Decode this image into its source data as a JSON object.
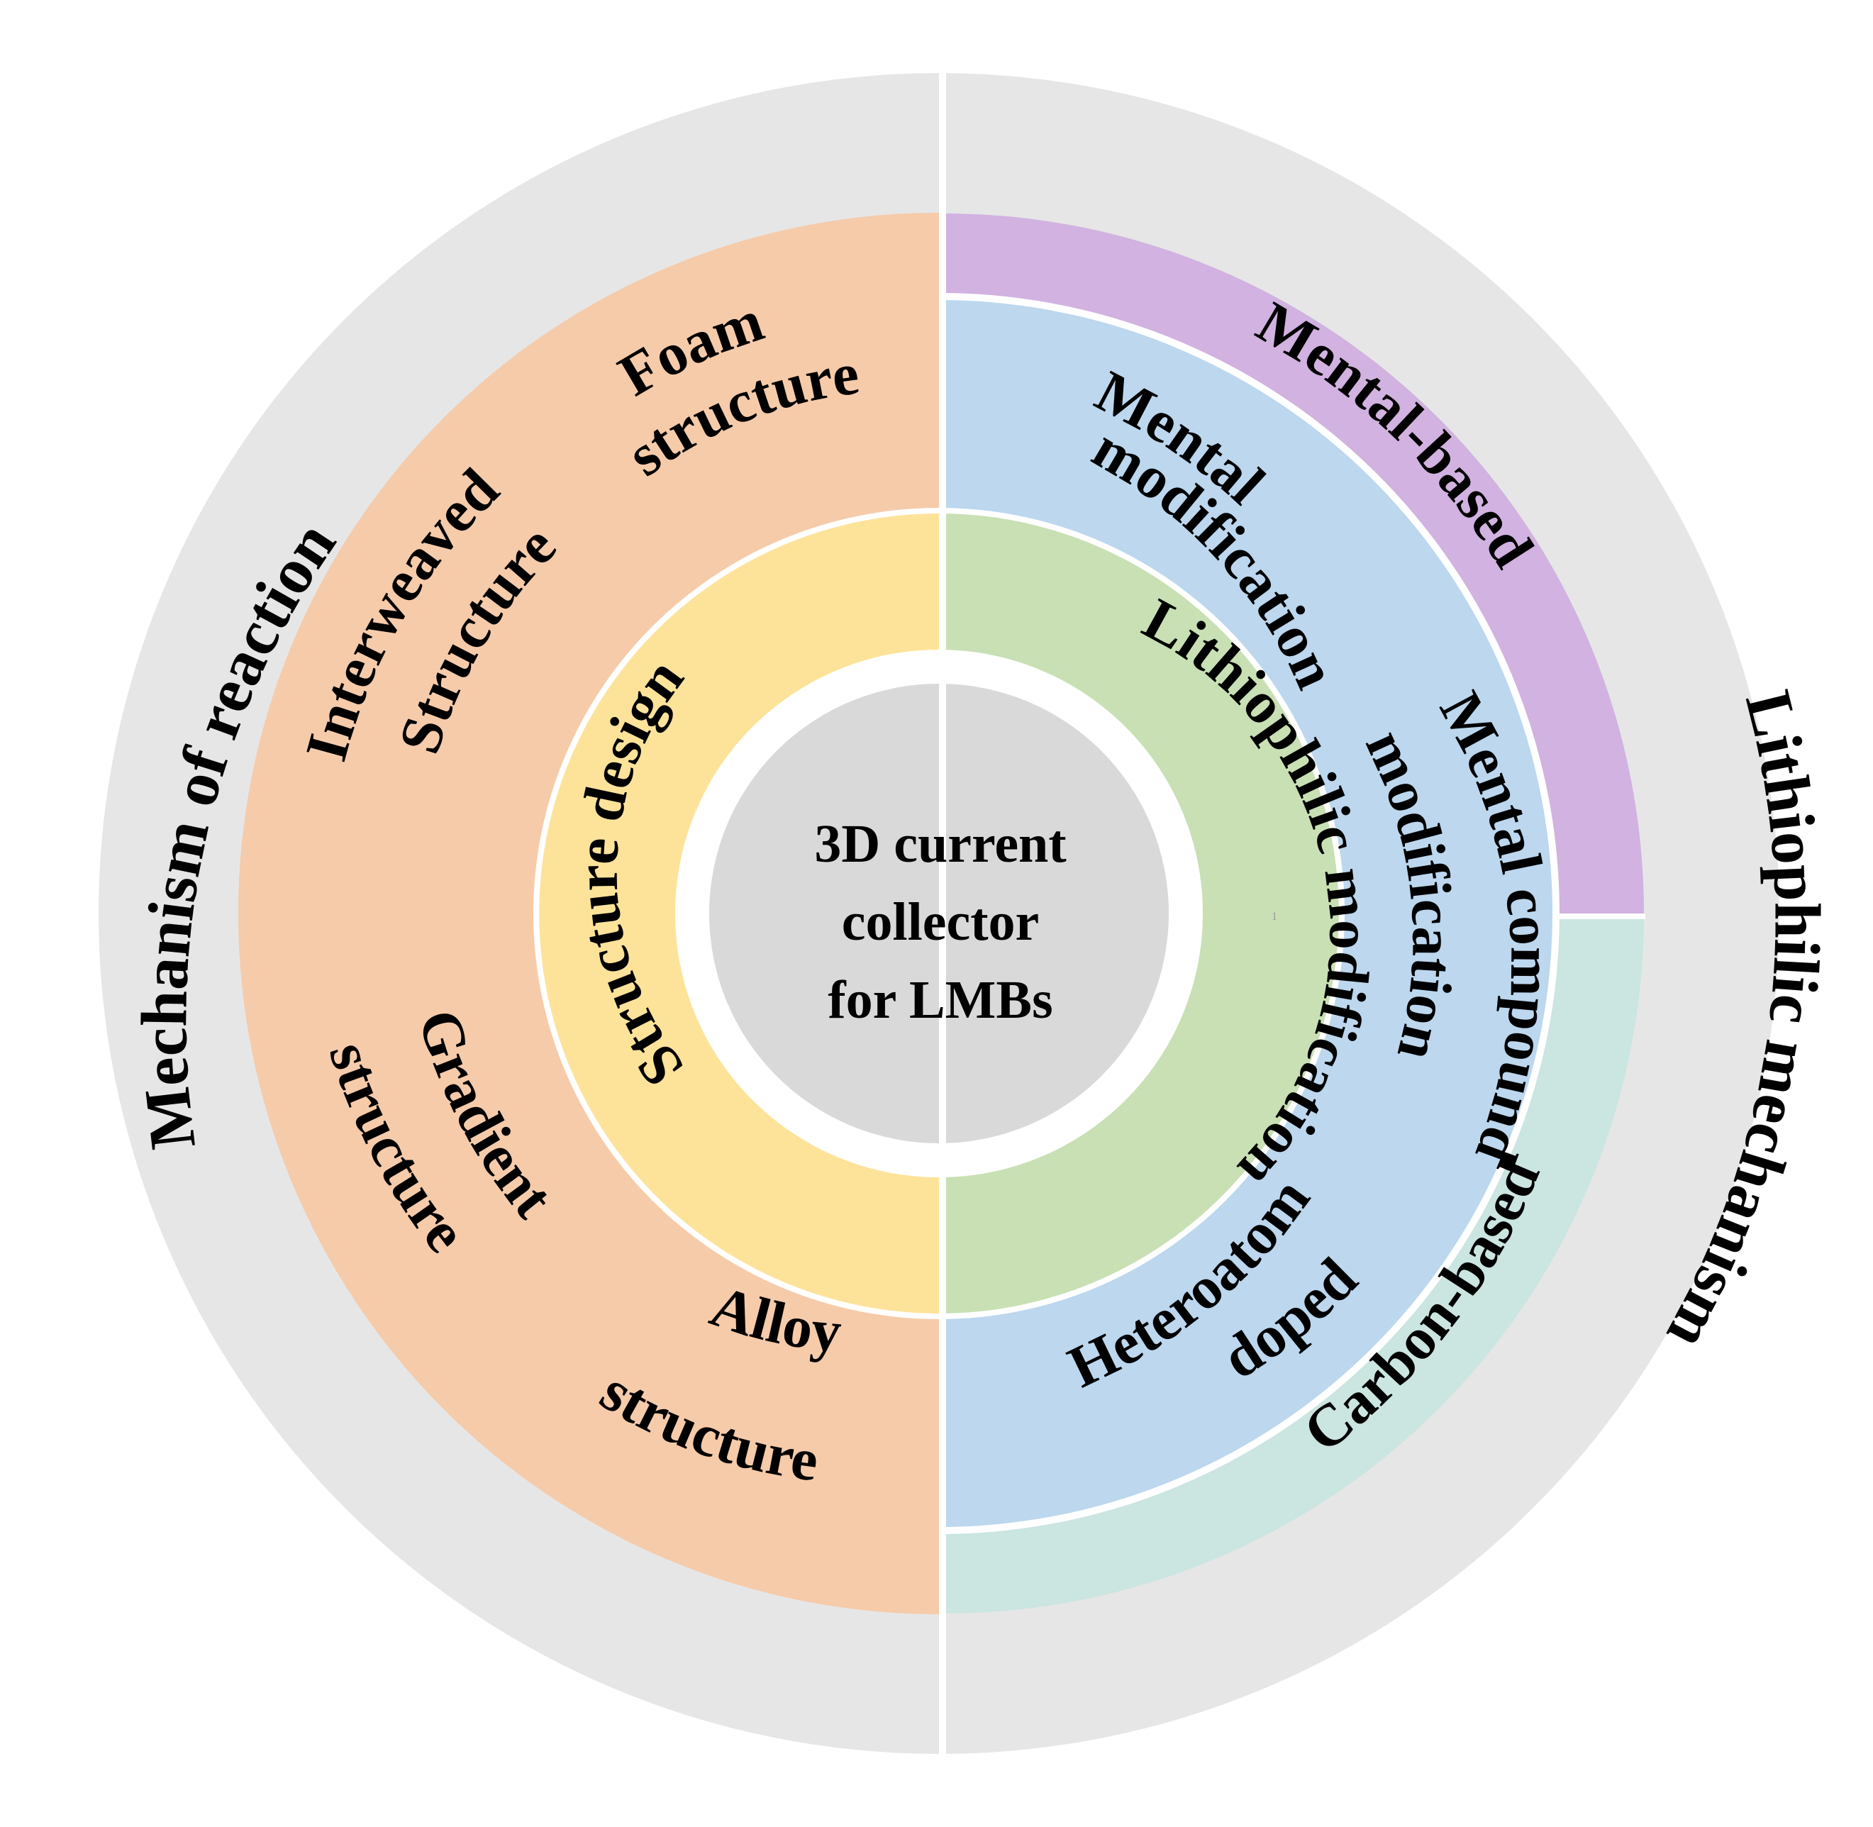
{
  "center": {
    "lines": [
      "3D current",
      "collector",
      "for LMBs"
    ]
  },
  "inner_ring": {
    "left": "Structure design",
    "right": "Lithiophilic modification"
  },
  "structure_segments": {
    "foam": [
      "Foam",
      "structure"
    ],
    "interweaved": [
      "Interweaved",
      "Structure"
    ],
    "gradient": [
      "Gradient",
      "structure"
    ],
    "alloy": [
      "Alloy",
      "structure"
    ]
  },
  "modification_segments": {
    "metal": [
      "Mental",
      "modification"
    ],
    "compound": [
      "Mental compound",
      "modification"
    ],
    "heteroatom": [
      "Heteroatom",
      "doped"
    ]
  },
  "category_arcs": {
    "metal_based": "Mental-based",
    "carbon_based": "Carbon-based"
  },
  "outer_ring": {
    "left": "Mechanism of reaction",
    "right": "Lithiophilic mechanism"
  },
  "stray_mark": "1",
  "colors": {
    "outer_ring": "#e6e6e6",
    "structure_ring": "#f6cbaa",
    "modification_ring": "#bcd7ee",
    "metal_based_arc": "#d1b2e0",
    "carbon_based_arc": "#cbe5e1",
    "structure_design": "#fde39a",
    "lithiophilic_modification": "#c8e0b4",
    "center": "#d9d9d9",
    "divider": "#ffffff"
  }
}
